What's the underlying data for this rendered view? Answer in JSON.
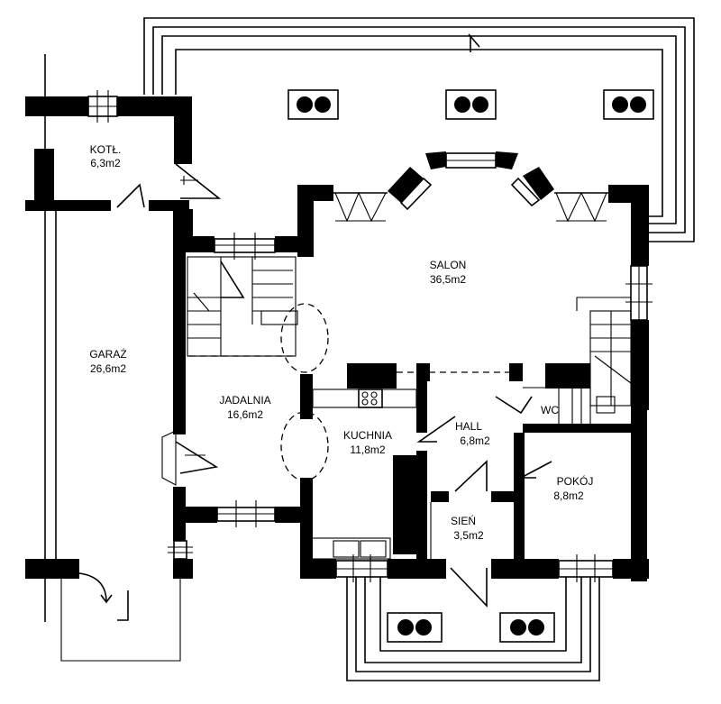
{
  "rooms": [
    {
      "key": "kotl",
      "name": "KOTŁ.",
      "area": "6,3m2"
    },
    {
      "key": "garaz",
      "name": "GARAŻ",
      "area": "26,6m2"
    },
    {
      "key": "salon",
      "name": "SALON",
      "area": "36,5m2"
    },
    {
      "key": "jadalnia",
      "name": "JADALNIA",
      "area": "16,6m2"
    },
    {
      "key": "kuchnia",
      "name": "KUCHNIA",
      "area": "11,8m2"
    },
    {
      "key": "hall",
      "name": "HALL",
      "area": "6,8m2"
    },
    {
      "key": "pokoj",
      "name": "POKÓJ",
      "area": "8,8m2"
    },
    {
      "key": "sien",
      "name": "SIEŃ",
      "area": "3,5m2"
    },
    {
      "key": "wc",
      "name": "WC",
      "area": ""
    }
  ]
}
